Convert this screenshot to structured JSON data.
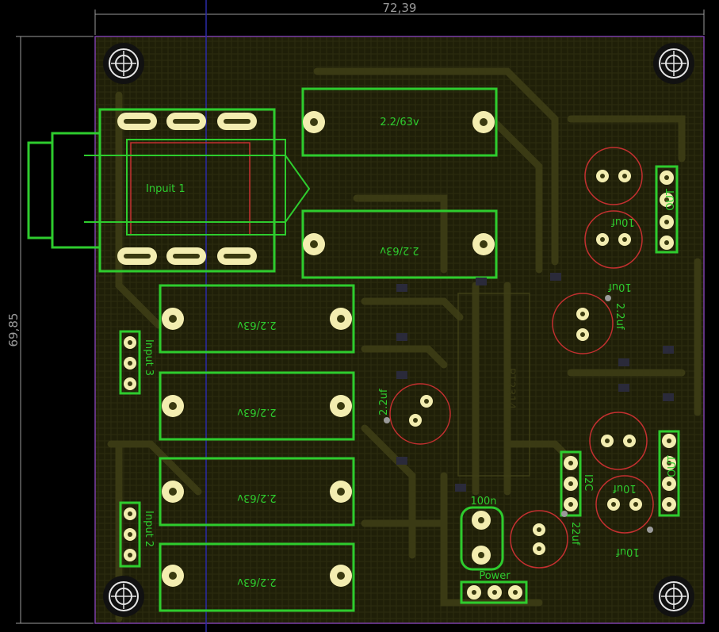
{
  "dimensions": {
    "width": "72,39",
    "height": "69,85"
  },
  "components": {
    "jack_input1": "Inpuit 1",
    "cap_top1": "2.2/63v",
    "cap_top2": "2.2/63v",
    "cap_left1": "2.2/63v",
    "cap_left2": "2.2/63v",
    "cap_left3": "2.2/63v",
    "cap_left4": "2.2/63v",
    "elco_mid": "2.2uf",
    "elco_right_mid": "2.2uf",
    "elco_right_top1": "10uf",
    "elco_right_top2": "10uf",
    "elco_right_bot1": "10uf",
    "elco_right_bot2": "10uf",
    "elco_power": "22uf",
    "cap_100n": "100n",
    "ic": "PT2314"
  },
  "connectors": {
    "input3": "Input 3",
    "input2": "Input 2",
    "out_top": "OUT",
    "out_bottom": "OUT",
    "i2c": "I2C",
    "power": "Power"
  },
  "colors": {
    "board": "#1e1e08",
    "silkscreen": "#2ecc2e",
    "pad": "#f3edb0",
    "trace": "#3a3a14",
    "outline": "#7b3fa8"
  }
}
